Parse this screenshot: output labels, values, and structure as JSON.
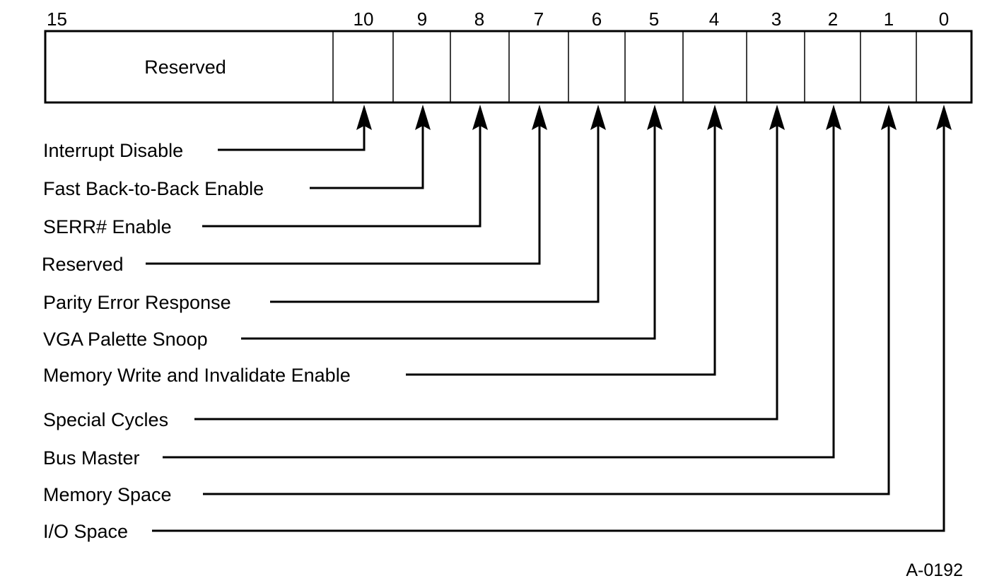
{
  "register": {
    "bit_headers": [
      {
        "bit": "15"
      },
      {
        "bit": "10"
      },
      {
        "bit": "9"
      },
      {
        "bit": "8"
      },
      {
        "bit": "7"
      },
      {
        "bit": "6"
      },
      {
        "bit": "5"
      },
      {
        "bit": "4"
      },
      {
        "bit": "3"
      },
      {
        "bit": "2"
      },
      {
        "bit": "1"
      },
      {
        "bit": "0"
      }
    ],
    "reserved_field_label": "Reserved"
  },
  "bit_labels": [
    {
      "bit": "10",
      "label": "Interrupt Disable"
    },
    {
      "bit": "9",
      "label": "Fast Back-to-Back Enable"
    },
    {
      "bit": "8",
      "label": "SERR# Enable"
    },
    {
      "bit": "7",
      "label": "Reserved"
    },
    {
      "bit": "6",
      "label": "Parity Error Response"
    },
    {
      "bit": "5",
      "label": "VGA Palette Snoop"
    },
    {
      "bit": "4",
      "label": "Memory Write and Invalidate Enable"
    },
    {
      "bit": "3",
      "label": "Special Cycles"
    },
    {
      "bit": "2",
      "label": "Bus Master"
    },
    {
      "bit": "1",
      "label": "Memory Space"
    },
    {
      "bit": "0",
      "label": "I/O Space"
    }
  ],
  "figure_id": "A-0192"
}
